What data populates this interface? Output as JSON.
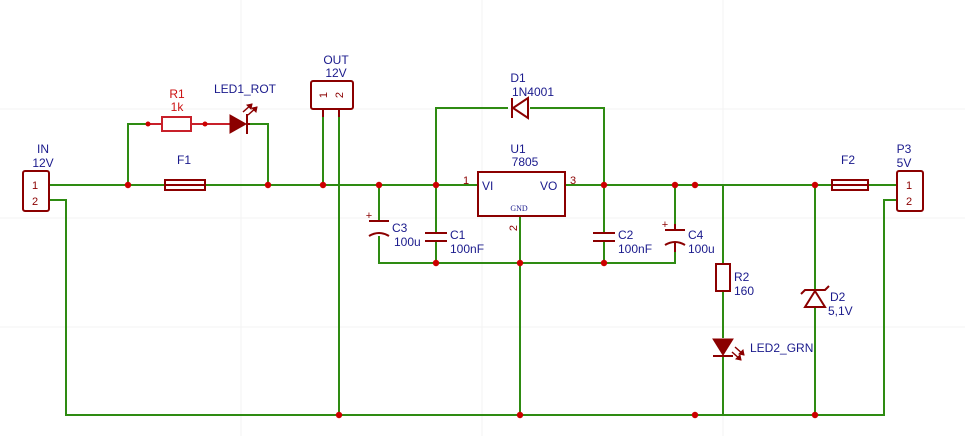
{
  "connectors": {
    "in": {
      "name": "IN",
      "value": "12V",
      "pin1": "1",
      "pin2": "2"
    },
    "out": {
      "name": "OUT",
      "value": "12V",
      "pin1": "1",
      "pin2": "2"
    },
    "p3": {
      "name": "P3",
      "value": "5V",
      "pin1": "1",
      "pin2": "2"
    }
  },
  "components": {
    "r1": {
      "name": "R1",
      "value": "1k"
    },
    "led1": {
      "name": "LED1_ROT"
    },
    "f1": {
      "name": "F1"
    },
    "f2": {
      "name": "F2"
    },
    "d1": {
      "name": "D1",
      "value": "1N4001"
    },
    "u1": {
      "name": "U1",
      "value": "7805",
      "vi": "VI",
      "vo": "VO",
      "gnd": "GND",
      "pin1": "1",
      "pin2": "2",
      "pin3": "3"
    },
    "c1": {
      "name": "C1",
      "value": "100nF"
    },
    "c2": {
      "name": "C2",
      "value": "100nF"
    },
    "c3": {
      "name": "C3",
      "value": "100u"
    },
    "c4": {
      "name": "C4",
      "value": "100u"
    },
    "r2": {
      "name": "R2",
      "value": "160"
    },
    "led2": {
      "name": "LED2_GRN"
    },
    "d2": {
      "name": "D2",
      "value": "5,1V"
    }
  },
  "colors": {
    "wire": "#2e8b12",
    "wire_highlight": "#c8202a",
    "component": "#8b0000",
    "label": "#1a1a8c",
    "label_highlight": "#cc1111",
    "junction": "#cc0000"
  }
}
